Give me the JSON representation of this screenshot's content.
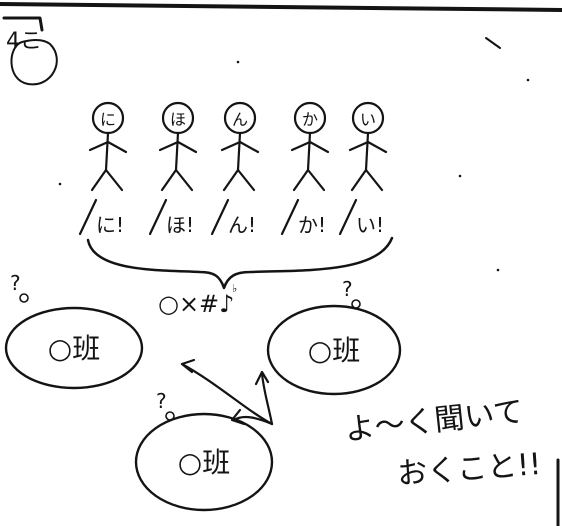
{
  "corner_label": "4こ",
  "figures": [
    {
      "head": "に",
      "speech": "に!"
    },
    {
      "head": "ほ",
      "speech": "ほ!"
    },
    {
      "head": "ん",
      "speech": "ん!"
    },
    {
      "head": "か",
      "speech": "か!"
    },
    {
      "head": "い",
      "speech": "い!"
    }
  ],
  "confusion_text": "○×#♪",
  "groups": [
    {
      "question_mark": "?",
      "label": "○班"
    },
    {
      "question_mark": "?",
      "label": "○班"
    },
    {
      "question_mark": "?",
      "label": "○班"
    }
  ],
  "note_lines": [
    "よ〜く聞いて",
    "おくこと!!"
  ]
}
